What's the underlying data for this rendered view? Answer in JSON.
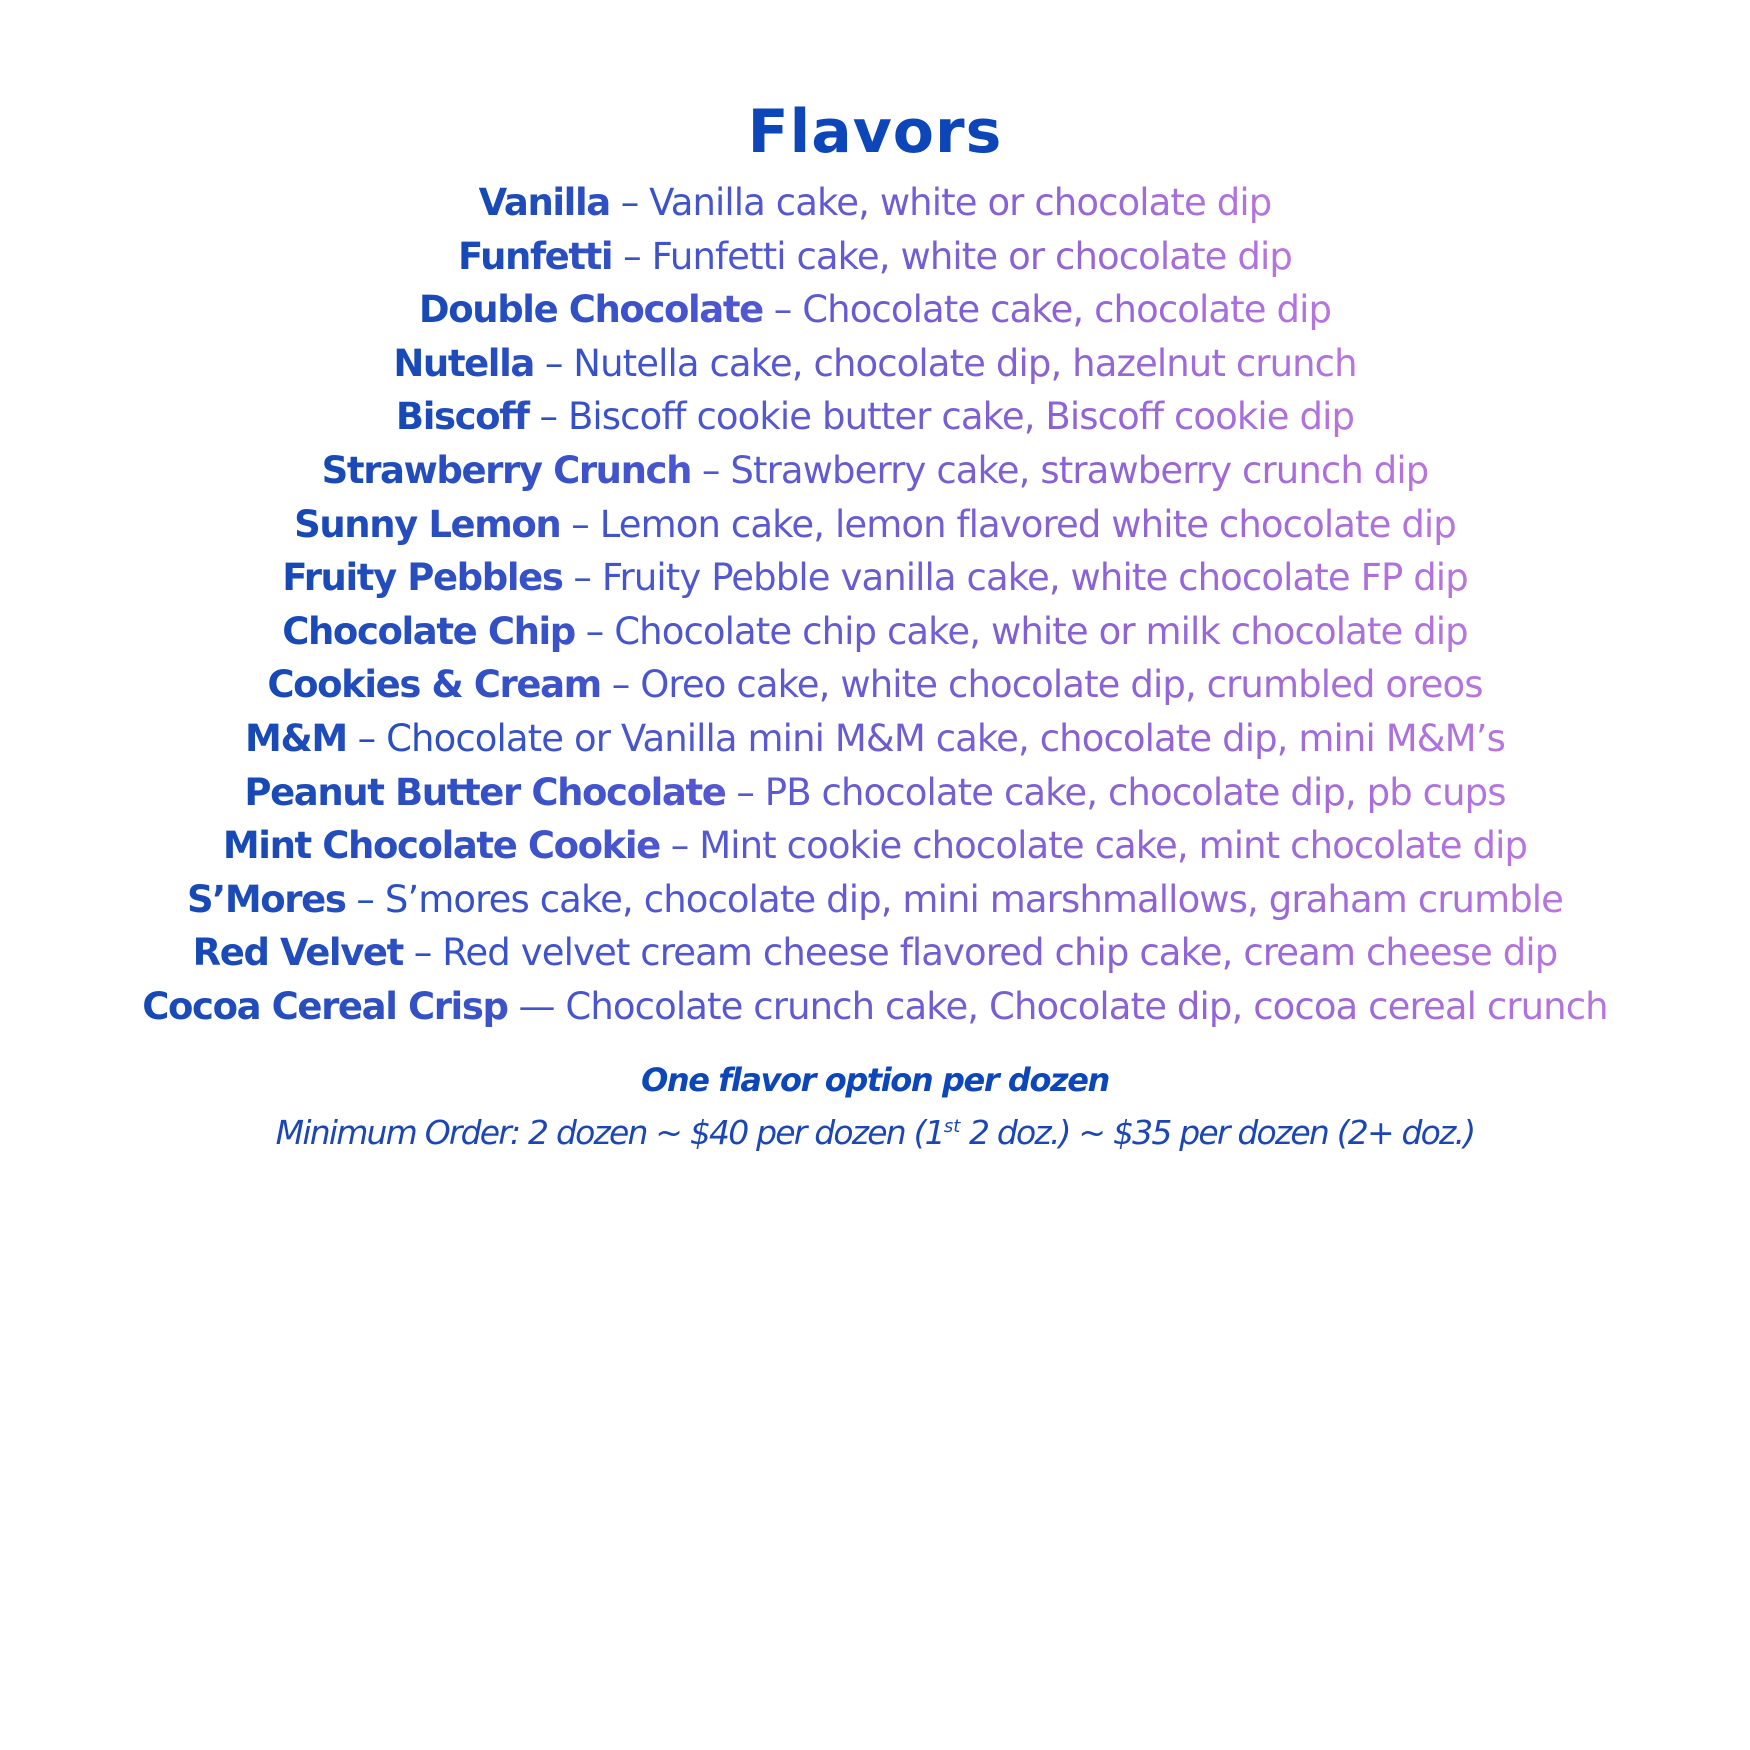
{
  "title": "Flavors",
  "colors": {
    "heading": "#0d46b8",
    "gradient_start": "#1549b5",
    "gradient_end": "#b775df",
    "background": "#ffffff"
  },
  "flavors": [
    {
      "name": "Vanilla",
      "separator": "–",
      "description": "Vanilla cake, white or chocolate dip"
    },
    {
      "name": "Funfetti",
      "separator": "–",
      "description": "Funfetti cake, white or chocolate dip"
    },
    {
      "name": "Double Chocolate",
      "separator": "–",
      "description": "Chocolate cake, chocolate dip"
    },
    {
      "name": "Nutella",
      "separator": "–",
      "description": "Nutella cake, chocolate dip, hazelnut crunch"
    },
    {
      "name": "Biscoff",
      "separator": "–",
      "description": "Biscoff cookie butter cake, Biscoff cookie dip"
    },
    {
      "name": "Strawberry Crunch",
      "separator": "–",
      "description": "Strawberry cake, strawberry crunch dip"
    },
    {
      "name": "Sunny Lemon",
      "separator": "–",
      "description": "Lemon cake, lemon flavored white chocolate dip"
    },
    {
      "name": "Fruity Pebbles",
      "separator": "–",
      "description": "Fruity Pebble vanilla cake, white chocolate FP dip"
    },
    {
      "name": "Chocolate Chip",
      "separator": "–",
      "description": "Chocolate chip cake, white or milk chocolate dip"
    },
    {
      "name": "Cookies & Cream",
      "separator": "–",
      "description": "Oreo cake, white chocolate dip, crumbled oreos"
    },
    {
      "name": "M&M",
      "separator": "–",
      "description": "Chocolate or Vanilla mini M&M cake, chocolate dip, mini M&M’s"
    },
    {
      "name": "Peanut Butter Chocolate",
      "separator": "–",
      "description": "PB chocolate cake, chocolate dip, pb cups"
    },
    {
      "name": "Mint Chocolate Cookie",
      "separator": " –",
      "description": "Mint cookie chocolate cake, mint chocolate dip"
    },
    {
      "name": "S’Mores",
      "separator": "–",
      "description": "S’mores cake, chocolate dip, mini marshmallows, graham crumble"
    },
    {
      "name": "Red Velvet",
      "separator": "–",
      "description": "Red velvet cream cheese flavored chip cake, cream cheese dip"
    },
    {
      "name": "Cocoa Cereal Crisp",
      "separator": "—",
      "description": "Chocolate crunch cake, Chocolate dip, cocoa cereal crunch"
    }
  ],
  "note": "One flavor option per dozen",
  "minimum_order": {
    "before_sup": "Minimum Order: 2 dozen  ~  $40 per dozen (1",
    "sup": "st",
    "after_sup": " 2 doz.)  ~  $35 per dozen (2+ doz.)"
  }
}
